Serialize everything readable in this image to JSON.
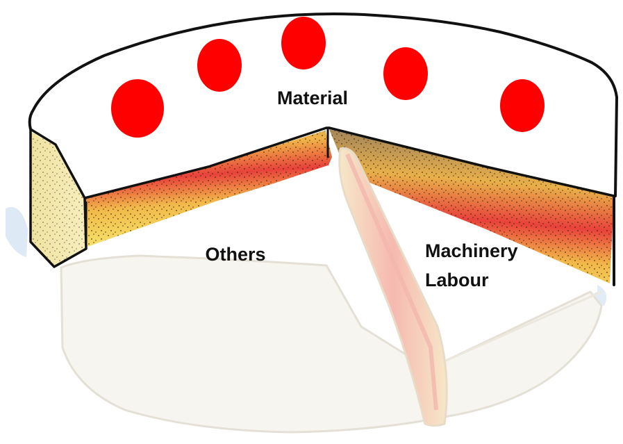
{
  "labels": {
    "material": "Material",
    "others": "Others",
    "machinery_line1": "Machinery",
    "machinery_line2": "Labour"
  },
  "colors": {
    "cherry": "#ff0000",
    "sponge": "#e8b84a",
    "jam": "#e83a3a",
    "cream_yellow": "#f4e36a",
    "outline": "#111111",
    "faded_cake": "#f4f1ea"
  }
}
